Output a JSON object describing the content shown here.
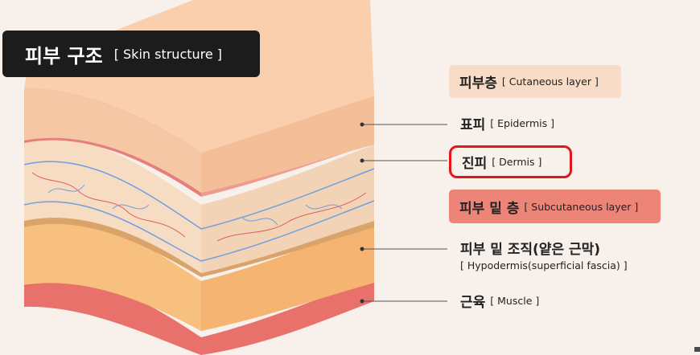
{
  "title": {
    "ko": "피부 구조",
    "en": "[ Skin structure ]"
  },
  "labels": {
    "cutaneous": {
      "ko": "피부층",
      "en": "[ Cutaneous layer ]"
    },
    "epidermis": {
      "ko": "표피",
      "en": "[ Epidermis ]"
    },
    "dermis": {
      "ko": "진피",
      "en": "[ Dermis ]"
    },
    "subcutaneous": {
      "ko": "피부 밑 층",
      "en": "[ Subcutaneous layer ]"
    },
    "hypodermis": {
      "ko": "피부 밑 조직(얕은 근막)",
      "en": "[ Hypodermis(superficial fascia) ]"
    },
    "muscle": {
      "ko": "근육",
      "en": "[ Muscle ]"
    }
  },
  "colors": {
    "background": "#f8f0ea",
    "epidermis": "#f9cfae",
    "epidermis_side": "#f3be98",
    "red_layer": "#e57f7b",
    "red_layer_side": "#ef9c8f",
    "dermis": "#f6dcc2",
    "dermis_side": "#f2d3b6",
    "fat": "#f8c07e",
    "fat_side": "#f5b472",
    "muscle": "#e8716b",
    "highlight_border": "#e1161c",
    "subcutaneous_badge": "#ec8578",
    "cutaneous_badge": "#f9dcc7"
  }
}
